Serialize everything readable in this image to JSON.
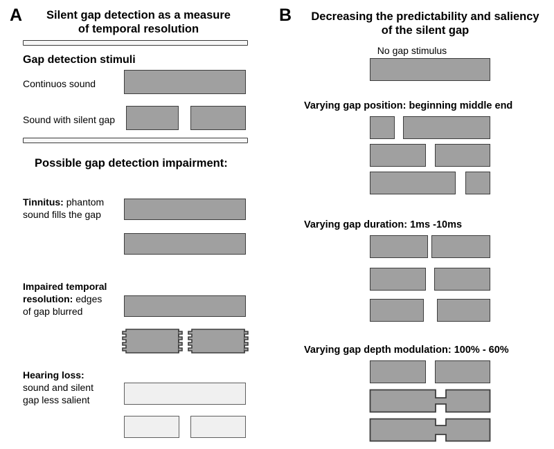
{
  "figure": {
    "colors": {
      "sound": "#a0a0a0",
      "sound_border": "#3d3d3d",
      "tinnitus_fill": "#f08c14",
      "hearing_loss_fill": "#f0f0f0",
      "hearing_loss_border": "#5e5e5e",
      "background": "#ffffff",
      "text": "#000000"
    }
  },
  "panel_a": {
    "letter": "A",
    "title_line1": "Silent gap detection as a measure",
    "title_line2": "of temporal resolution",
    "section_stimuli": {
      "heading": "Gap detection stimuli",
      "rows": [
        {
          "label": "Continuos sound",
          "segments": 1
        },
        {
          "label": "Sound with silent gap",
          "segments": 2
        }
      ]
    },
    "section_impairment": {
      "heading": "Possible gap detection impairment:",
      "items": [
        {
          "label_bold": "Tinnitus:",
          "label_rest": " phantom",
          "label_line2": "sound fills the gap",
          "top_row": "continuous",
          "bottom_row": "gap-filled-orange"
        },
        {
          "label_bold": "Impaired temporal",
          "label_rest": "",
          "label_line2": "resolution: edges",
          "label_line3": "of gap blurred",
          "top_row": "continuous",
          "bottom_row": "comb-edges"
        },
        {
          "label_bold": "Hearing loss:",
          "label_rest": "",
          "label_line2": "sound and silent",
          "label_line3": "gap less salient",
          "top_row": "continuous-pale",
          "bottom_row": "gap-pale"
        }
      ]
    }
  },
  "panel_b": {
    "letter": "B",
    "title_line1": "Decreasing the predictability and saliency",
    "title_line2": "of the silent gap",
    "sections": [
      {
        "heading": "No gap stimulus",
        "heading_bold": false,
        "rows": [
          {
            "type": "continuous"
          }
        ]
      },
      {
        "heading": "Varying gap position: beginning middle end",
        "heading_bold": true,
        "rows": [
          {
            "type": "gap",
            "gap_position": "beginning"
          },
          {
            "type": "gap",
            "gap_position": "middle"
          },
          {
            "type": "gap",
            "gap_position": "end"
          }
        ]
      },
      {
        "heading": "Varying gap duration: 1ms -10ms",
        "heading_bold": true,
        "rows": [
          {
            "type": "gap",
            "gap_duration_ms": 1
          },
          {
            "type": "gap",
            "gap_duration_ms": 5
          },
          {
            "type": "gap",
            "gap_duration_ms": 10
          }
        ]
      },
      {
        "heading": "Varying gap depth modulation: 100% - 60%",
        "heading_bold": true,
        "rows": [
          {
            "type": "gap",
            "depth_percent": 100
          },
          {
            "type": "bridged-gap",
            "depth_percent": 80
          },
          {
            "type": "bridged-gap",
            "depth_percent": 60
          }
        ]
      }
    ]
  }
}
